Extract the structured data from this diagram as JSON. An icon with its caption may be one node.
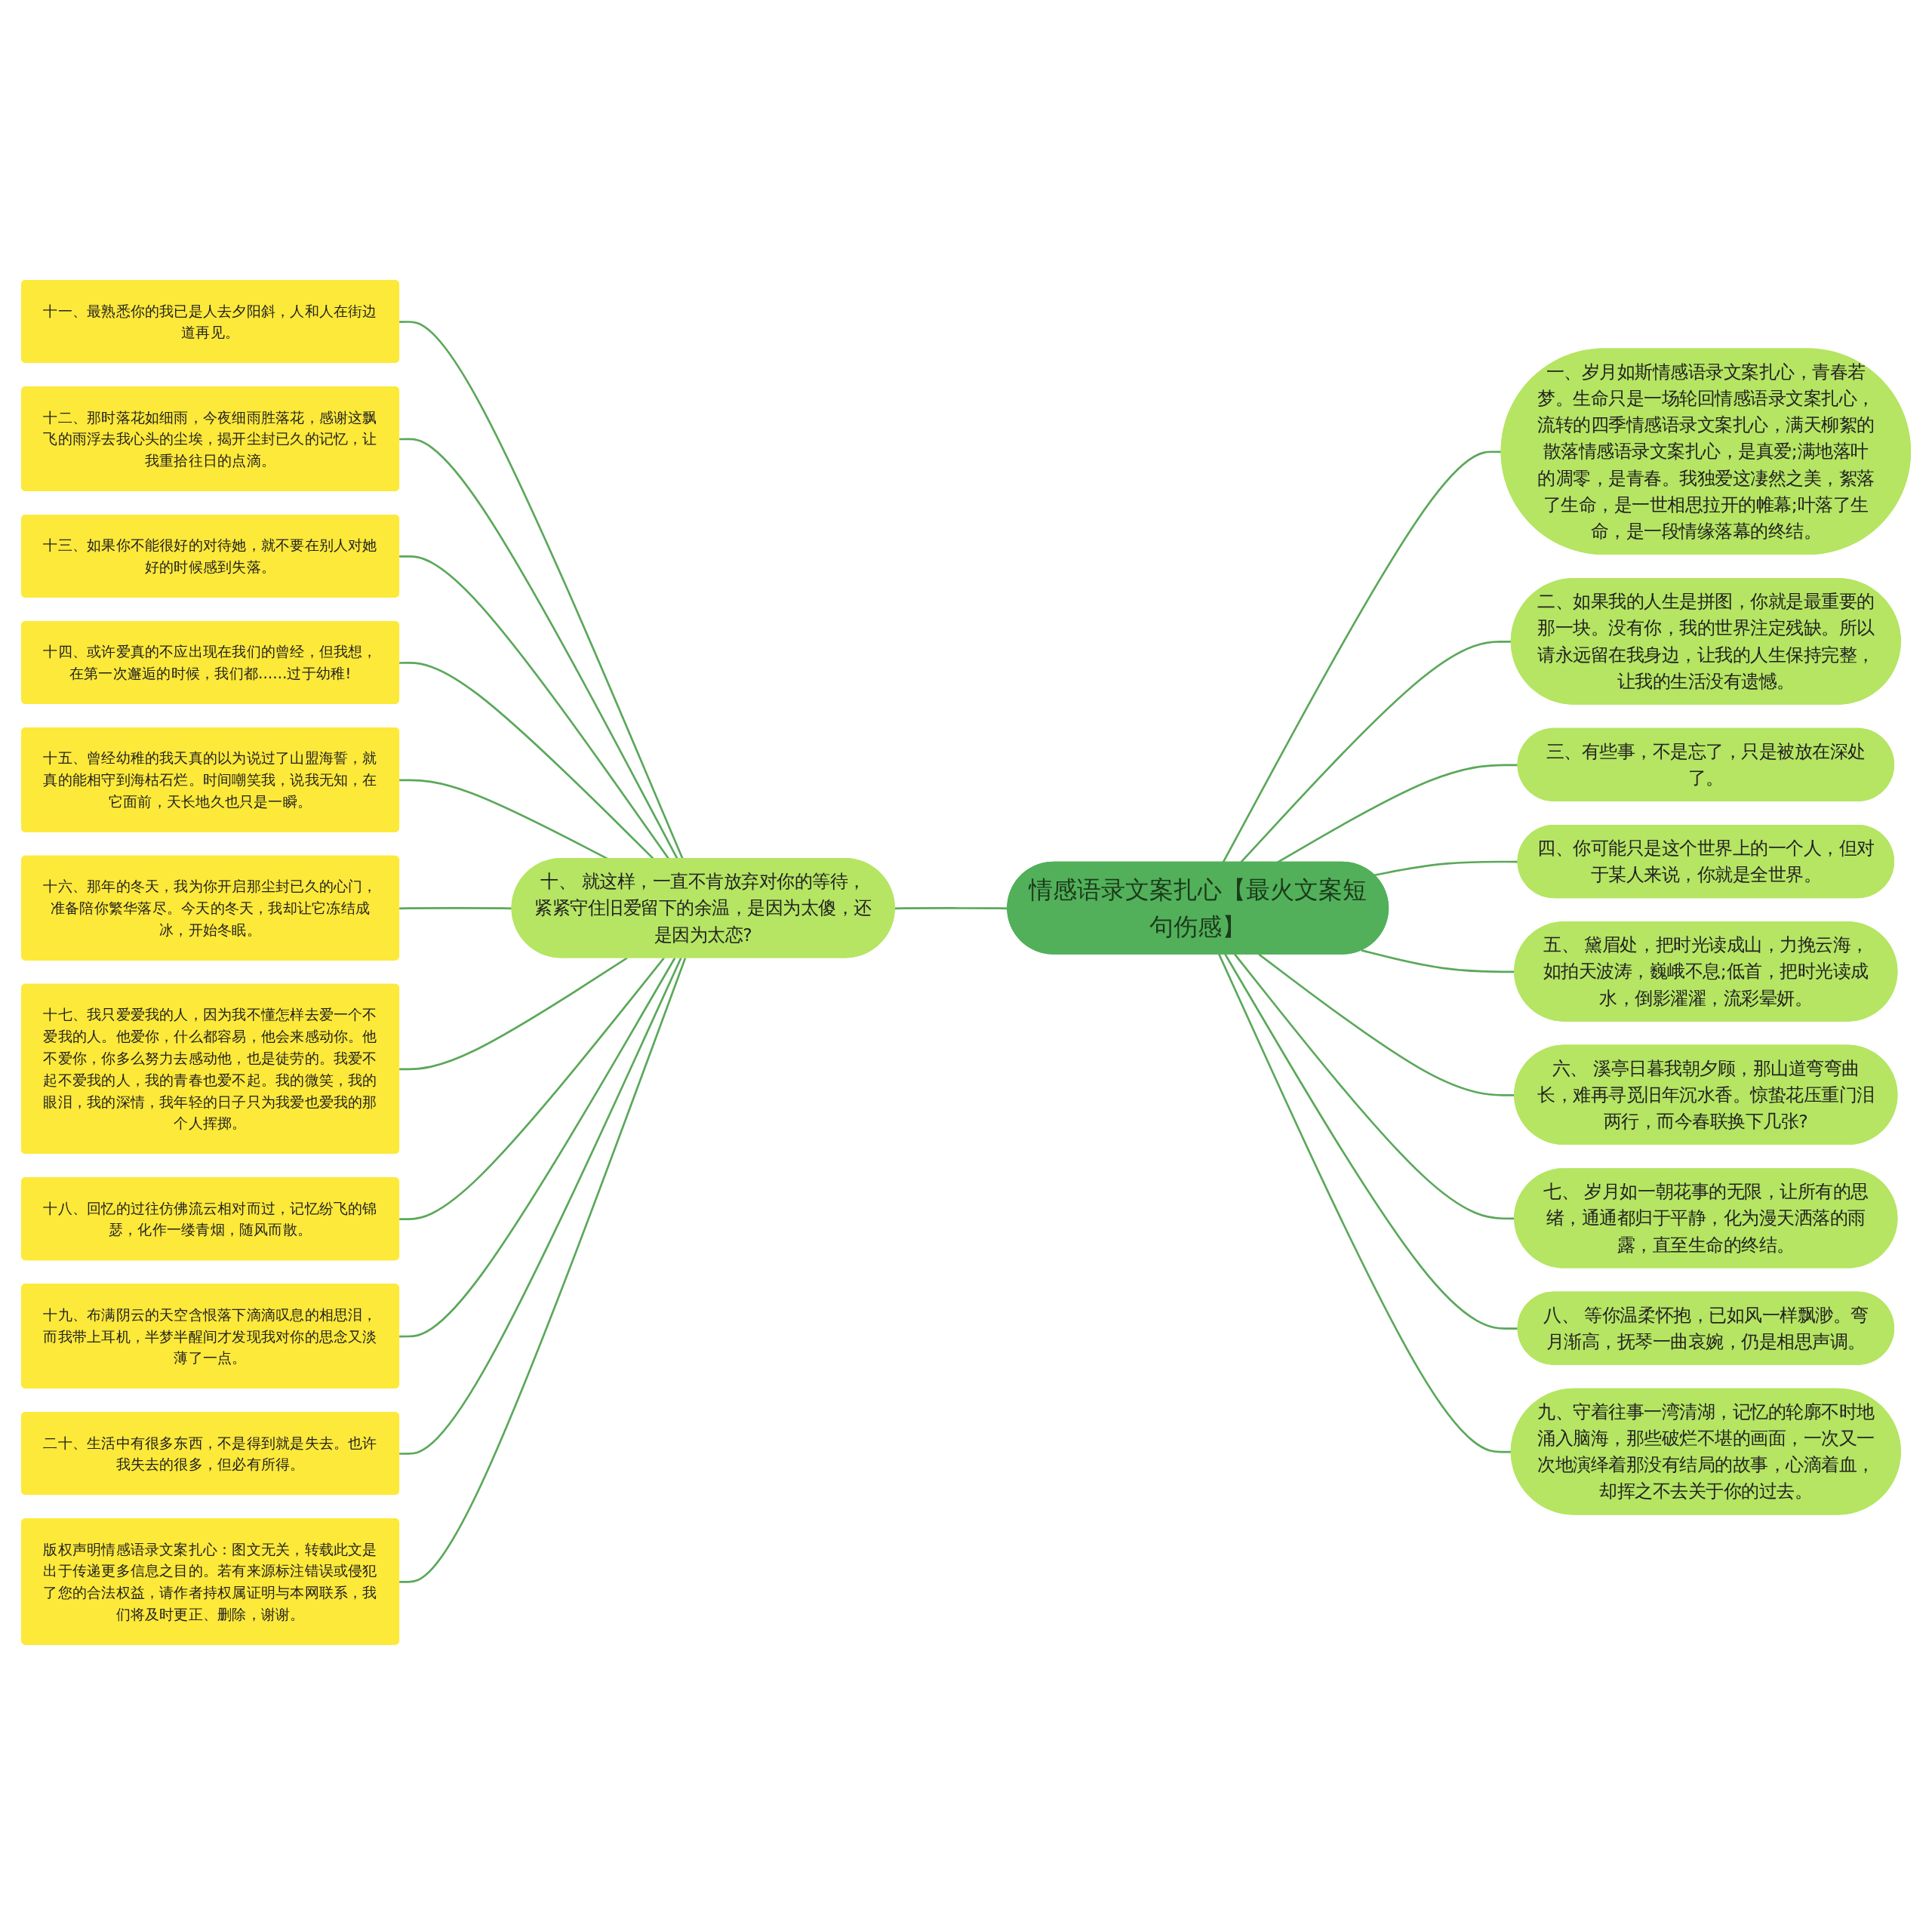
{
  "diagram": {
    "nodes": [
      {
        "text": [
          "情感语录文案扎心【最火文案短句伤感】"
        ]
      },
      {
        "text": [
          "一、岁月如斯情感语录文案扎心，青春若梦。生命只是一场轮回情感语录文案扎心，流转的四季情感语录文案扎心，满天柳絮的散落情感语录文案扎心，是真爱;满地落叶的凋零，是青春。我独爱这凄然之美，絮落了生命，是一世相思拉开的帷幕;叶落了生命，是一段情缘落幕的终结。"
        ]
      },
      {
        "text": [
          "二、如果我的人生是拼图，你就是最重要的那一块。没有你，我的世界注定残缺。所以请永远留在我身边，让我的人生保持完整，让我的生活没有遗憾。"
        ]
      },
      {
        "text": [
          "三、有些事，不是忘了，只是被放在深处了。"
        ]
      },
      {
        "text": [
          "四、你可能只是这个世界上的一个人，但对于某人来说，你就是全世界。"
        ]
      },
      {
        "text": [
          "五、 黛眉处，把时光读成山，力挽云海，如拍天波涛，巍峨不息;低首，把时光读成水，倒影濯濯，流彩晕妍。"
        ]
      },
      {
        "text": [
          "六、 溪亭日暮我朝夕顾，那山道弯弯曲长，难再寻觅旧年沉水香。惊蛰花压重门泪两行，而今春联换下几张?"
        ]
      },
      {
        "text": [
          "七、 岁月如一朝花事的无限，让所有的思绪，通通都归于平静，化为漫天洒落的雨露，直至生命的终结。"
        ]
      },
      {
        "text": [
          "八、 等你温柔怀抱，已如风一样飘渺。弯月渐高，抚琴一曲哀婉，仍是相思声调。"
        ]
      },
      {
        "text": [
          "九、守着往事一湾清湖，记忆的轮廓不时地涌入脑海，那些破烂不堪的画面，一次又一次地演绎着那没有结局的故事，心滴着血，却挥之不去关于你的过去。"
        ]
      },
      {
        "text": [
          "十、 就这样，一直不肯放弃对你的等待，紧紧守住旧爱留下的余温，是因为太傻，还是因为太恋?"
        ]
      },
      {
        "text": [
          "十一、最熟悉你的我已是人去夕阳斜，人和人在街边道再见。"
        ]
      },
      {
        "text": [
          "十二、那时落花如细雨，今夜细雨胜落花，感谢这飘飞的雨浮去我心头的尘埃，揭开尘封已久的记忆，让我重拾往日的点滴。"
        ]
      },
      {
        "text": [
          "十三、如果你不能很好的对待她，就不要在别人对她好的时候感到失落。"
        ]
      },
      {
        "text": [
          "十四、或许爱真的不应出现在我们的曾经，但我想，在第一次邂逅的时候，我们都……过于幼稚!"
        ]
      },
      {
        "text": [
          "十五、曾经幼稚的我天真的以为说过了山盟海誓，就真的能相守到海枯石烂。时间嘲笑我，说我无知，在它面前，天长地久也只是一瞬。"
        ]
      },
      {
        "text": [
          "十六、那年的冬天，我为你开启那尘封已久的心门，准备陪你繁华落尽。今天的冬天，我却让它冻结成冰，开始冬眠。"
        ]
      },
      {
        "text": [
          "十七、我只爱爱我的人，因为我不懂怎样去爱一个不爱我的人。他爱你，什么都容易，他会来感动你。他不爱你，你多么努力去感动他，也是徒劳的。我爱不起不爱我的人，我的青春也爱不起。我的微笑，我的眼泪，我的深情，我年轻的日子只为我爱也爱我的那个人挥掷。"
        ]
      },
      {
        "text": [
          "十八、回忆的过往仿佛流云相对而过，记忆纷飞的锦瑟，化作一缕青烟，随风而散。"
        ]
      },
      {
        "text": [
          "十九、布满阴云的天空含恨落下滴滴叹息的相思泪，而我带上耳机，半梦半醒间才发现我对你的思念又淡薄了一点。"
        ]
      },
      {
        "text": [
          "二十、生活中有很多东西，不是得到就是失去。也许我失去的很多，但必有所得。"
        ]
      },
      {
        "text": [
          "版权声明情感语录文案扎心：图文无关，转载此文是出于传递更多信息之目的。若有来源标注错误或侵犯了您的合法权益，请作者持权属证明与本网联系，我们将及时更正、删除，谢谢。"
        ]
      }
    ],
    "edges": [
      {
        "from": 0,
        "to": 1,
        "arrow": "none"
      },
      {
        "from": 0,
        "to": 2,
        "arrow": "none"
      },
      {
        "from": 0,
        "to": 3,
        "arrow": "none"
      },
      {
        "from": 0,
        "to": 4,
        "arrow": "none"
      },
      {
        "from": 0,
        "to": 5,
        "arrow": "none"
      },
      {
        "from": 0,
        "to": 6,
        "arrow": "none"
      },
      {
        "from": 0,
        "to": 7,
        "arrow": "none"
      },
      {
        "from": 0,
        "to": 8,
        "arrow": "none"
      },
      {
        "from": 0,
        "to": 9,
        "arrow": "none"
      },
      {
        "from": 0,
        "to": 10,
        "arrow": "none"
      },
      {
        "from": 10,
        "to": 11,
        "arrow": "none"
      },
      {
        "from": 10,
        "to": 12,
        "arrow": "none"
      },
      {
        "from": 10,
        "to": 13,
        "arrow": "none"
      },
      {
        "from": 10,
        "to": 14,
        "arrow": "none"
      },
      {
        "from": 10,
        "to": 15,
        "arrow": "none"
      },
      {
        "from": 10,
        "to": 16,
        "arrow": "none"
      },
      {
        "from": 10,
        "to": 17,
        "arrow": "none"
      },
      {
        "from": 10,
        "to": 18,
        "arrow": "none"
      },
      {
        "from": 10,
        "to": 19,
        "arrow": "none"
      },
      {
        "from": 10,
        "to": 20,
        "arrow": "none"
      },
      {
        "from": 10,
        "to": 21,
        "arrow": "none"
      }
    ]
  }
}
